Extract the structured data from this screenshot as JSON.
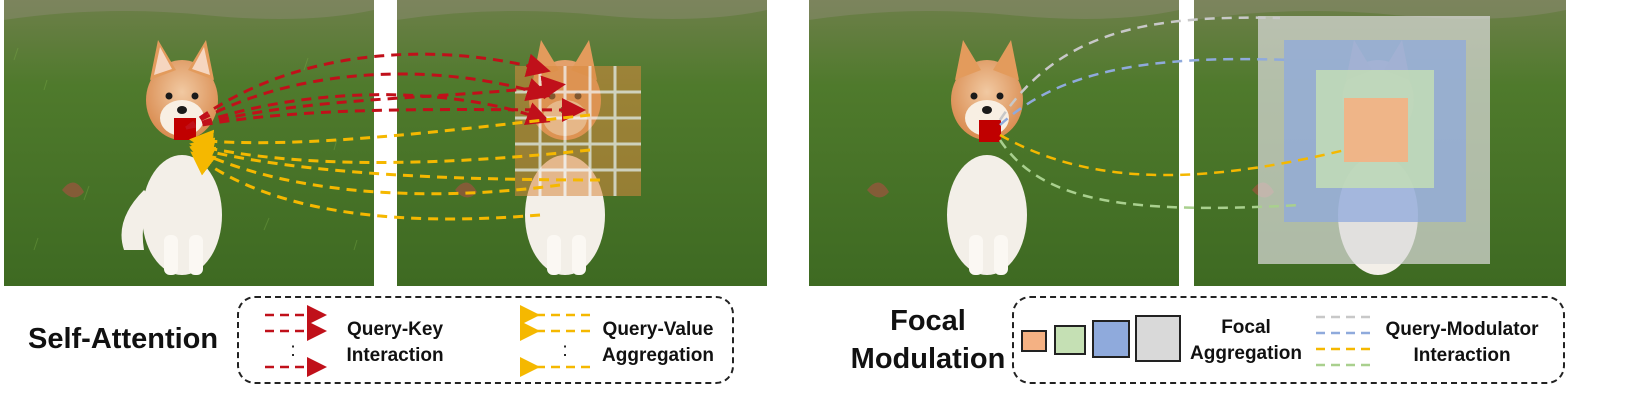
{
  "self_attention": {
    "title": "Self-Attention",
    "legend": {
      "qk_line1": "Query-Key",
      "qk_line2": "Interaction",
      "qv_line1": "Query-Value",
      "qv_line2": "Aggregation",
      "ellipsis": ":"
    }
  },
  "focal_modulation": {
    "title_line1": "Focal",
    "title_line2": "Modulation",
    "legend": {
      "fa_line1": "Focal",
      "fa_line2": "Aggregation",
      "qm_line1": "Query-Modulator",
      "qm_line2": "Interaction"
    }
  },
  "colors": {
    "query_key": "#c0101a",
    "query_value": "#f5b800",
    "level1": "#f4b183",
    "level2": "#c5e0b4",
    "level3": "#8faadc",
    "level4": "#d9d9d9",
    "query_patch": "#c00000"
  }
}
